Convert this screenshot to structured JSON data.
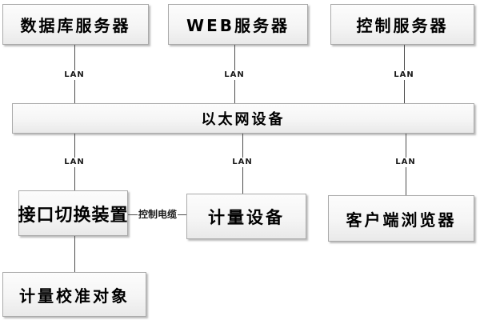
{
  "diagram": {
    "nodes": {
      "database_server": {
        "label": "数据库服务器"
      },
      "web_server": {
        "label": "WEB服务器"
      },
      "control_server": {
        "label": "控制服务器"
      },
      "ethernet_device": {
        "label": "以太网设备"
      },
      "interface_switch": {
        "label": "接口切换装置"
      },
      "metering_device": {
        "label": "计量设备"
      },
      "client_browser": {
        "label": "客户端浏览器"
      },
      "calibration_object": {
        "label": "计量校准对象"
      }
    },
    "edges": {
      "db_to_ethernet": {
        "label": "LAN"
      },
      "web_to_ethernet": {
        "label": "LAN"
      },
      "ctrl_to_ethernet": {
        "label": "LAN"
      },
      "ethernet_to_switch": {
        "label": "LAN"
      },
      "ethernet_to_meter": {
        "label": "LAN"
      },
      "ethernet_to_browser": {
        "label": "LAN"
      },
      "switch_to_meter": {
        "label": "控制电缆"
      }
    },
    "colors": {
      "background": "#ffffff",
      "box_fill": "#f2f2f2",
      "box_border": "#aaaaaa",
      "line": "#4d4d4d",
      "text": "#000000"
    }
  }
}
